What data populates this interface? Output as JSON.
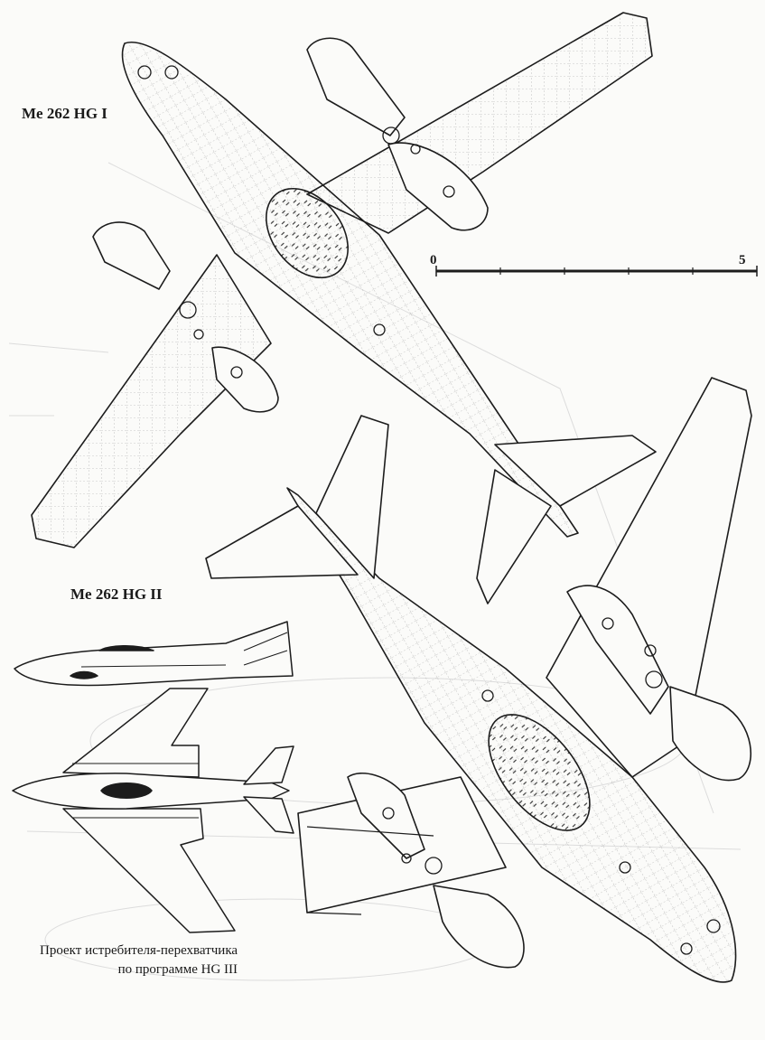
{
  "labels": {
    "hg1": "Me 262  HG I",
    "hg2": "Me 262  HG II",
    "hg3_line1": "Проект истребителя-перехватчика",
    "hg3_line2": "по программе HG III"
  },
  "scale_bar": {
    "start": "0",
    "end": "5"
  },
  "colors": {
    "line": "#1c1c1c",
    "paper": "#fbfbf9",
    "grid": "#9a9a9a",
    "ghost": "#d8d8d8"
  }
}
